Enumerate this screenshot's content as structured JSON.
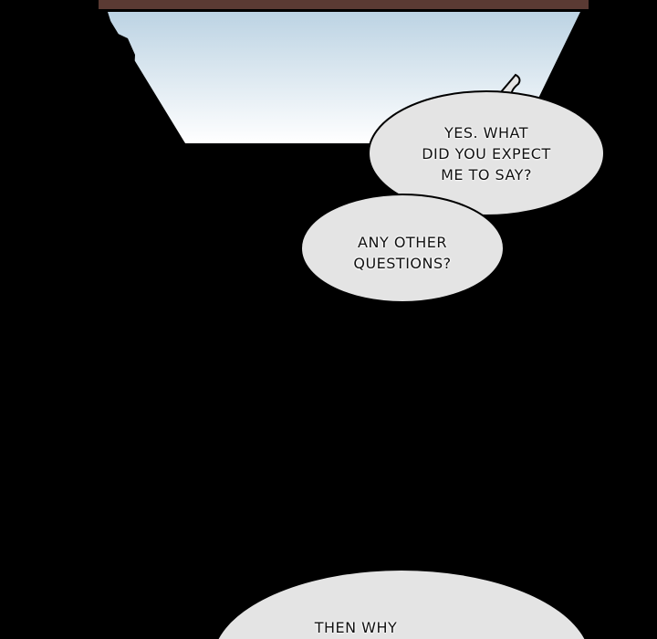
{
  "colors": {
    "background": "#000000",
    "frame": "#5a3a33",
    "sky_top": "#bcd3e3",
    "sky_bottom": "#ffffff",
    "bubble": "#e4e4e4"
  },
  "bubbles": [
    {
      "lines": [
        "YES. WHAT",
        "DID YOU EXPECT",
        "ME TO SAY?"
      ]
    },
    {
      "lines": [
        "ANY OTHER",
        "QUESTIONS?"
      ]
    },
    {
      "lines": [
        "THEN WHY"
      ]
    }
  ]
}
